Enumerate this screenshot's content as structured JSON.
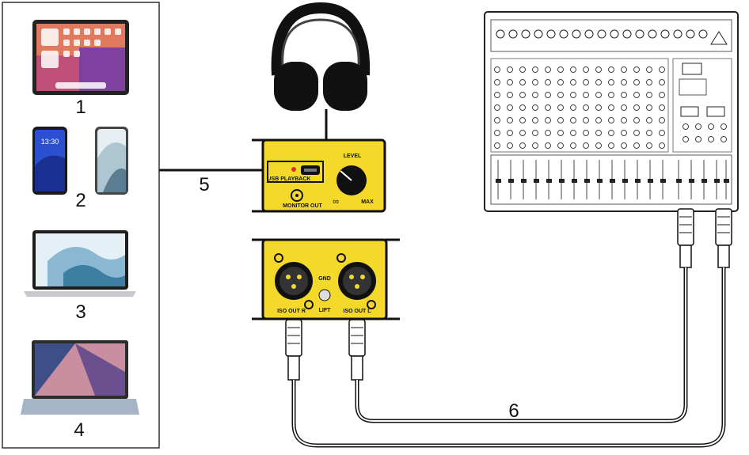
{
  "devices": {
    "tablet": {
      "number": "1",
      "icon": "tablet-icon"
    },
    "phones": {
      "number": "2",
      "icon": "smartphone-icon"
    },
    "laptop_mac": {
      "number": "3",
      "icon": "laptop-icon"
    },
    "laptop_pc": {
      "number": "4",
      "icon": "laptop-icon"
    }
  },
  "usb_link": {
    "number": "5"
  },
  "xlr_link": {
    "number": "6"
  },
  "usb_box": {
    "usb_label": "USB PLAYBACK",
    "level_label": "LEVEL",
    "min_label": "∞",
    "max_label": "MAX",
    "monitor_label": "MONITOR OUT"
  },
  "iso_box": {
    "out_r_label": "ISO OUT R",
    "out_l_label": "ISO OUT L",
    "gnd_label": "GND",
    "lift_label": "LIFT"
  },
  "phone_clock": "13:30",
  "colors": {
    "box_yellow": "#f4d82a",
    "outline": "#222222",
    "screen_blue": "#2a4fd0"
  }
}
